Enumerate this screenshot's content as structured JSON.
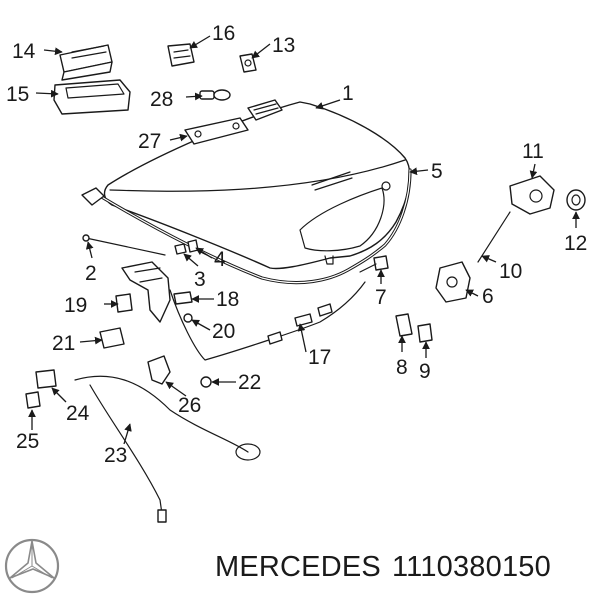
{
  "diagram": {
    "callouts": [
      "1",
      "2",
      "3",
      "4",
      "5",
      "6",
      "7",
      "8",
      "9",
      "10",
      "11",
      "12",
      "13",
      "14",
      "15",
      "16",
      "17",
      "18",
      "19",
      "20",
      "21",
      "22",
      "23",
      "24",
      "25",
      "26",
      "27",
      "28"
    ]
  },
  "footer": {
    "brand": "MERCEDES",
    "part_number": "1110380150"
  },
  "brand_logo": "mercedes-star-icon"
}
